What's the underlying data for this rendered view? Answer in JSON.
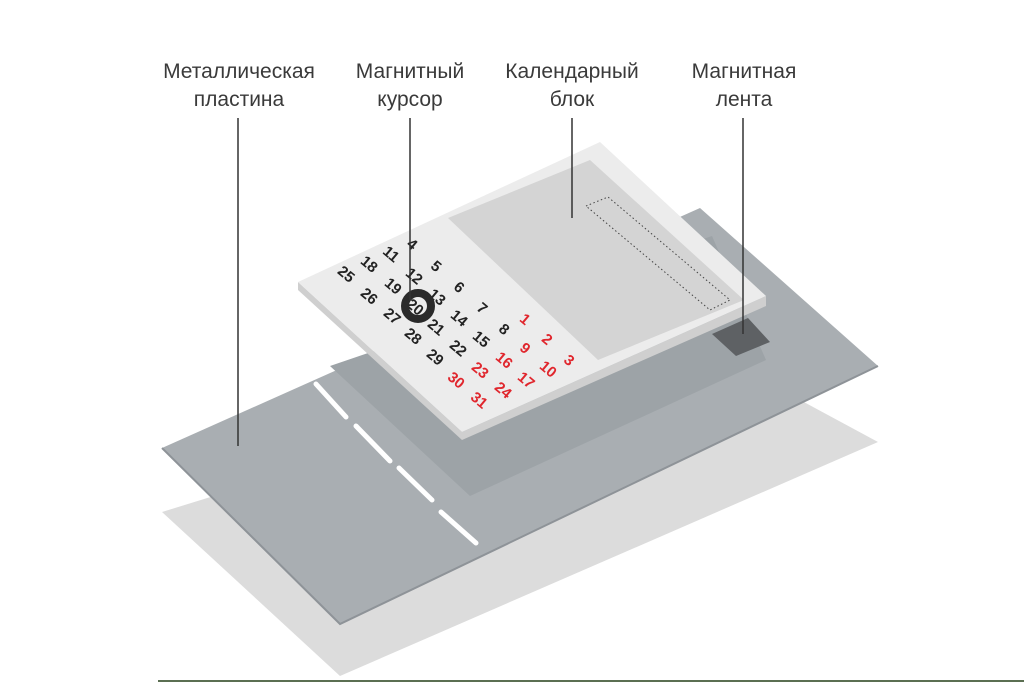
{
  "labels": {
    "metal_plate": {
      "line1": "Металлическая",
      "line2": "пластина"
    },
    "magnetic_cursor": {
      "line1": "Магнитный",
      "line2": "курсор"
    },
    "calendar_block": {
      "line1": "Календарный",
      "line2": "блок"
    },
    "magnetic_tape": {
      "line1": "Магнитная",
      "line2": "лента"
    }
  },
  "calendar": {
    "black_days": [
      "4",
      "5",
      "6",
      "7",
      "8",
      "11",
      "12",
      "13",
      "14",
      "15",
      "18",
      "19",
      "20",
      "21",
      "22",
      "25",
      "26",
      "27",
      "28",
      "29"
    ],
    "red_days": [
      "1",
      "2",
      "3",
      "9",
      "10",
      "16",
      "17",
      "23",
      "24",
      "30",
      "31"
    ],
    "selected_day": "20"
  },
  "colors": {
    "plate": "#a9aeb2",
    "plate_shadow": "#dcdcdc",
    "block_shadow": "#9da3a7",
    "card": "#ececec",
    "card_panel": "#d4d4d4",
    "tape": "#5e6164",
    "day_black": "#222222",
    "day_red": "#e0262d",
    "leader": "#333333",
    "baseline": "#5b6f52"
  }
}
